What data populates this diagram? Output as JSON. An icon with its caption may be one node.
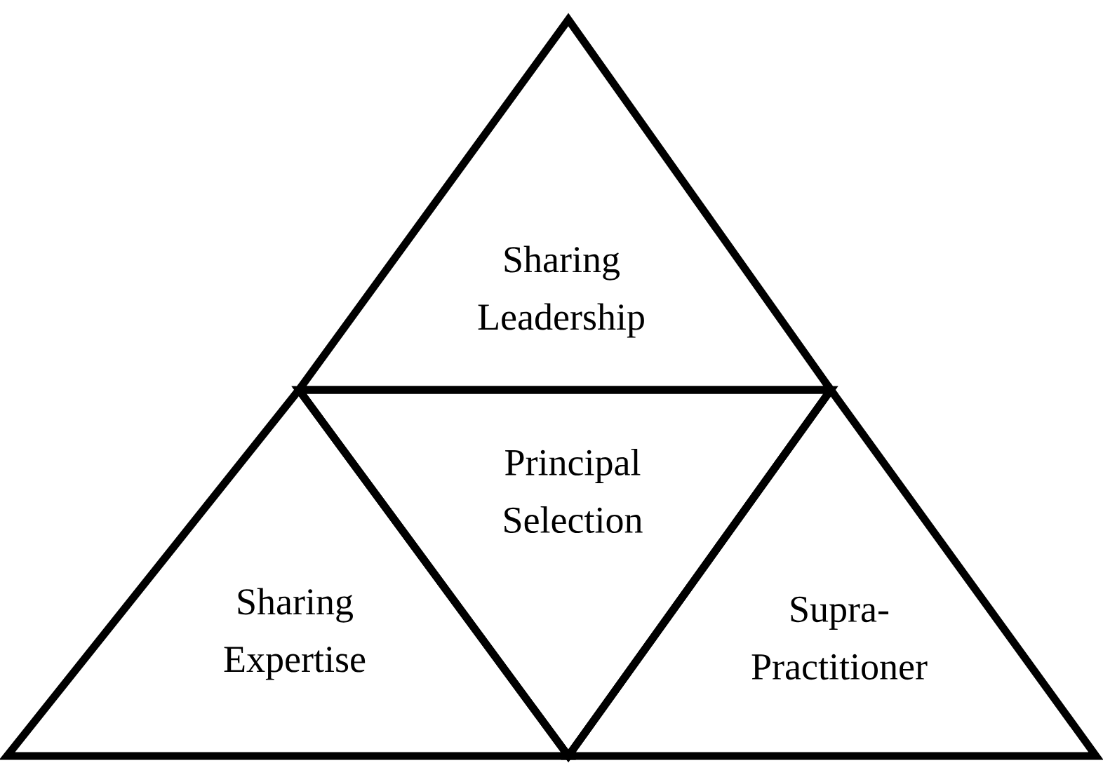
{
  "diagram": {
    "nodes": [
      {
        "text": [
          "Sharing Leadership"
        ]
      },
      {
        "text": [
          "Principal Selection"
        ]
      },
      {
        "text": [
          "Sharing Expertise"
        ]
      },
      {
        "text": [
          "Supra-Practitioner"
        ]
      }
    ]
  }
}
